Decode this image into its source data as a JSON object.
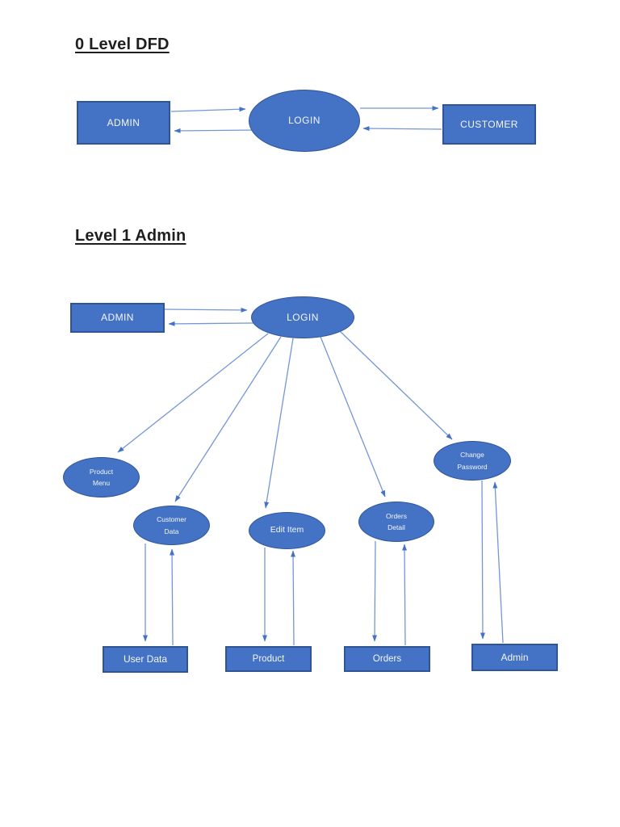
{
  "dfd0": {
    "title": "0 Level DFD",
    "nodes": {
      "admin": "ADMIN",
      "login": "LOGIN",
      "customer": "CUSTOMER"
    }
  },
  "dfd1": {
    "title": "Level 1 Admin",
    "nodes": {
      "admin": "ADMIN",
      "login": "LOGIN"
    },
    "processes": [
      {
        "id": "product-menu",
        "lines": [
          "Product",
          "Menu"
        ]
      },
      {
        "id": "customer-data",
        "lines": [
          "Customer",
          "Data"
        ]
      },
      {
        "id": "edit-item",
        "lines": [
          "Edit Item"
        ]
      },
      {
        "id": "orders-detail",
        "lines": [
          "Orders",
          "Detail"
        ]
      },
      {
        "id": "change-password",
        "lines": [
          "Change",
          "Password"
        ]
      }
    ],
    "stores": [
      {
        "id": "user-data",
        "label": "User Data"
      },
      {
        "id": "product",
        "label": "Product"
      },
      {
        "id": "orders",
        "label": "Orders"
      },
      {
        "id": "admin",
        "label": "Admin"
      }
    ]
  },
  "colors": {
    "shape_fill": "#4472C4",
    "shape_border": "#2F5597",
    "connector": "#7596D6",
    "arrowhead": "#4472C4",
    "shape_text": "#FFFFFF",
    "title_text": "#1F1F1F",
    "page_background": "#FFFFFF"
  }
}
